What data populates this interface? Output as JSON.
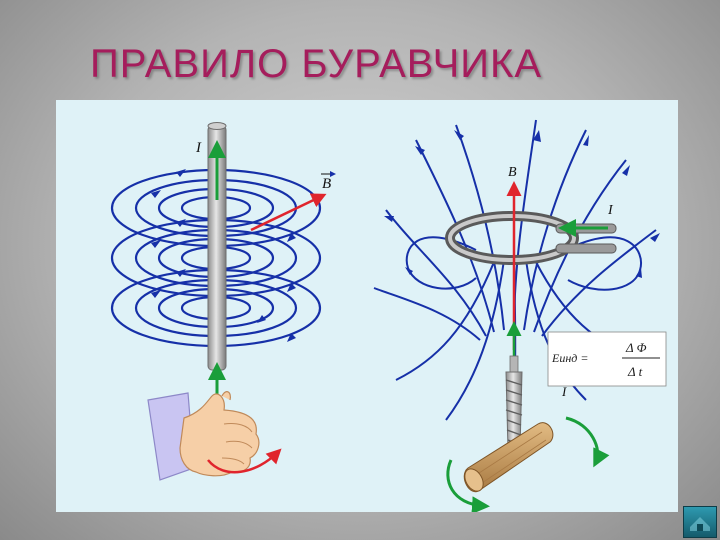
{
  "slide": {
    "title": "ПРАВИЛО БУРАВЧИКА"
  },
  "left_diagram": {
    "current_label": "I",
    "field_label": "B"
  },
  "right_diagram": {
    "field_label": "B",
    "current_label_top": "I",
    "current_label_bottom": "I",
    "formula": {
      "lhs": "Eинд =",
      "numerator": "Δ Φ",
      "denominator": "Δ t"
    }
  },
  "colors": {
    "title": "#a51d5c",
    "panel": "#dff2f7",
    "field_lines": "#1630a8",
    "current_arrow": "#1a9e3a",
    "field_arrow": "#e0252d",
    "wood": "#c99a5b"
  },
  "icons": {
    "nav_button": "home-icon"
  }
}
